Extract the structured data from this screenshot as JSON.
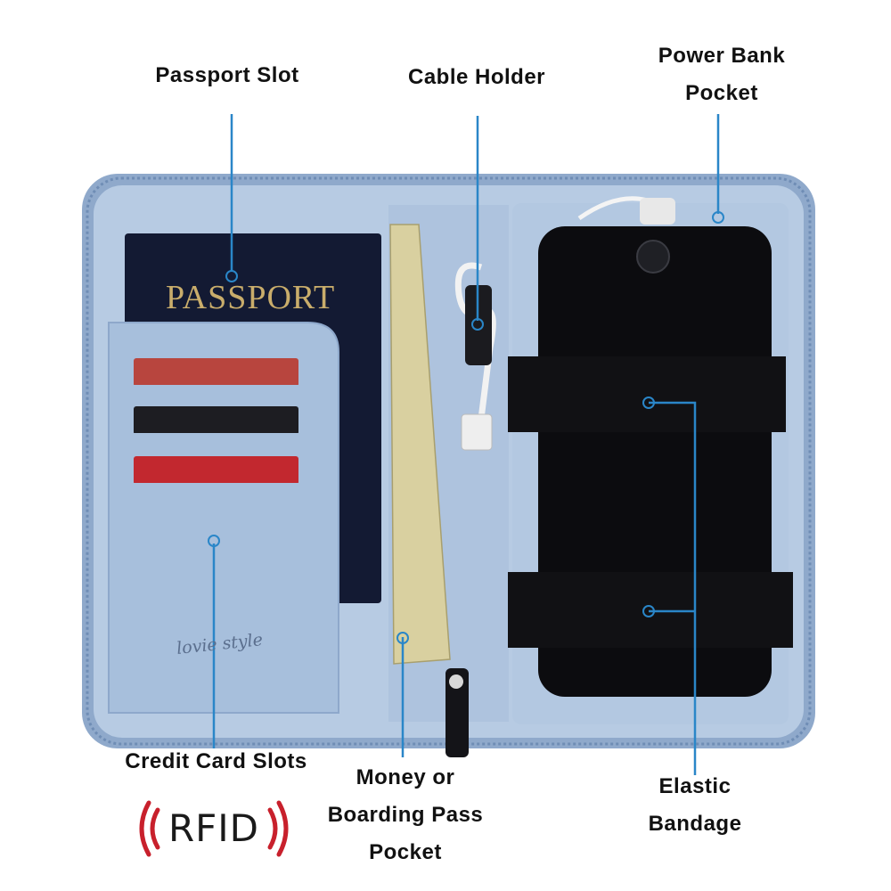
{
  "labels": {
    "passport_slot": "Passport Slot",
    "cable_holder": "Cable Holder",
    "power_bank_line1": "Power Bank",
    "power_bank_line2": "Pocket",
    "credit_card_slots": "Credit Card Slots",
    "money_line1": "Money or",
    "money_line2": "Boarding Pass",
    "money_line3": "Pocket",
    "elastic_line1": "Elastic",
    "elastic_line2": "Bandage"
  },
  "passport_text": "PASSPORT",
  "brand_text": "lovie style",
  "rfid_text": "RFID",
  "colors": {
    "wallet": "#a9c1dd",
    "wallet_dark": "#7f9cc2",
    "passport": "#131a33",
    "phone": "#0c0c0f",
    "callout_line": "#2a86c8",
    "rfid_red": "#c8202c",
    "cash": "#e8e0b0"
  }
}
